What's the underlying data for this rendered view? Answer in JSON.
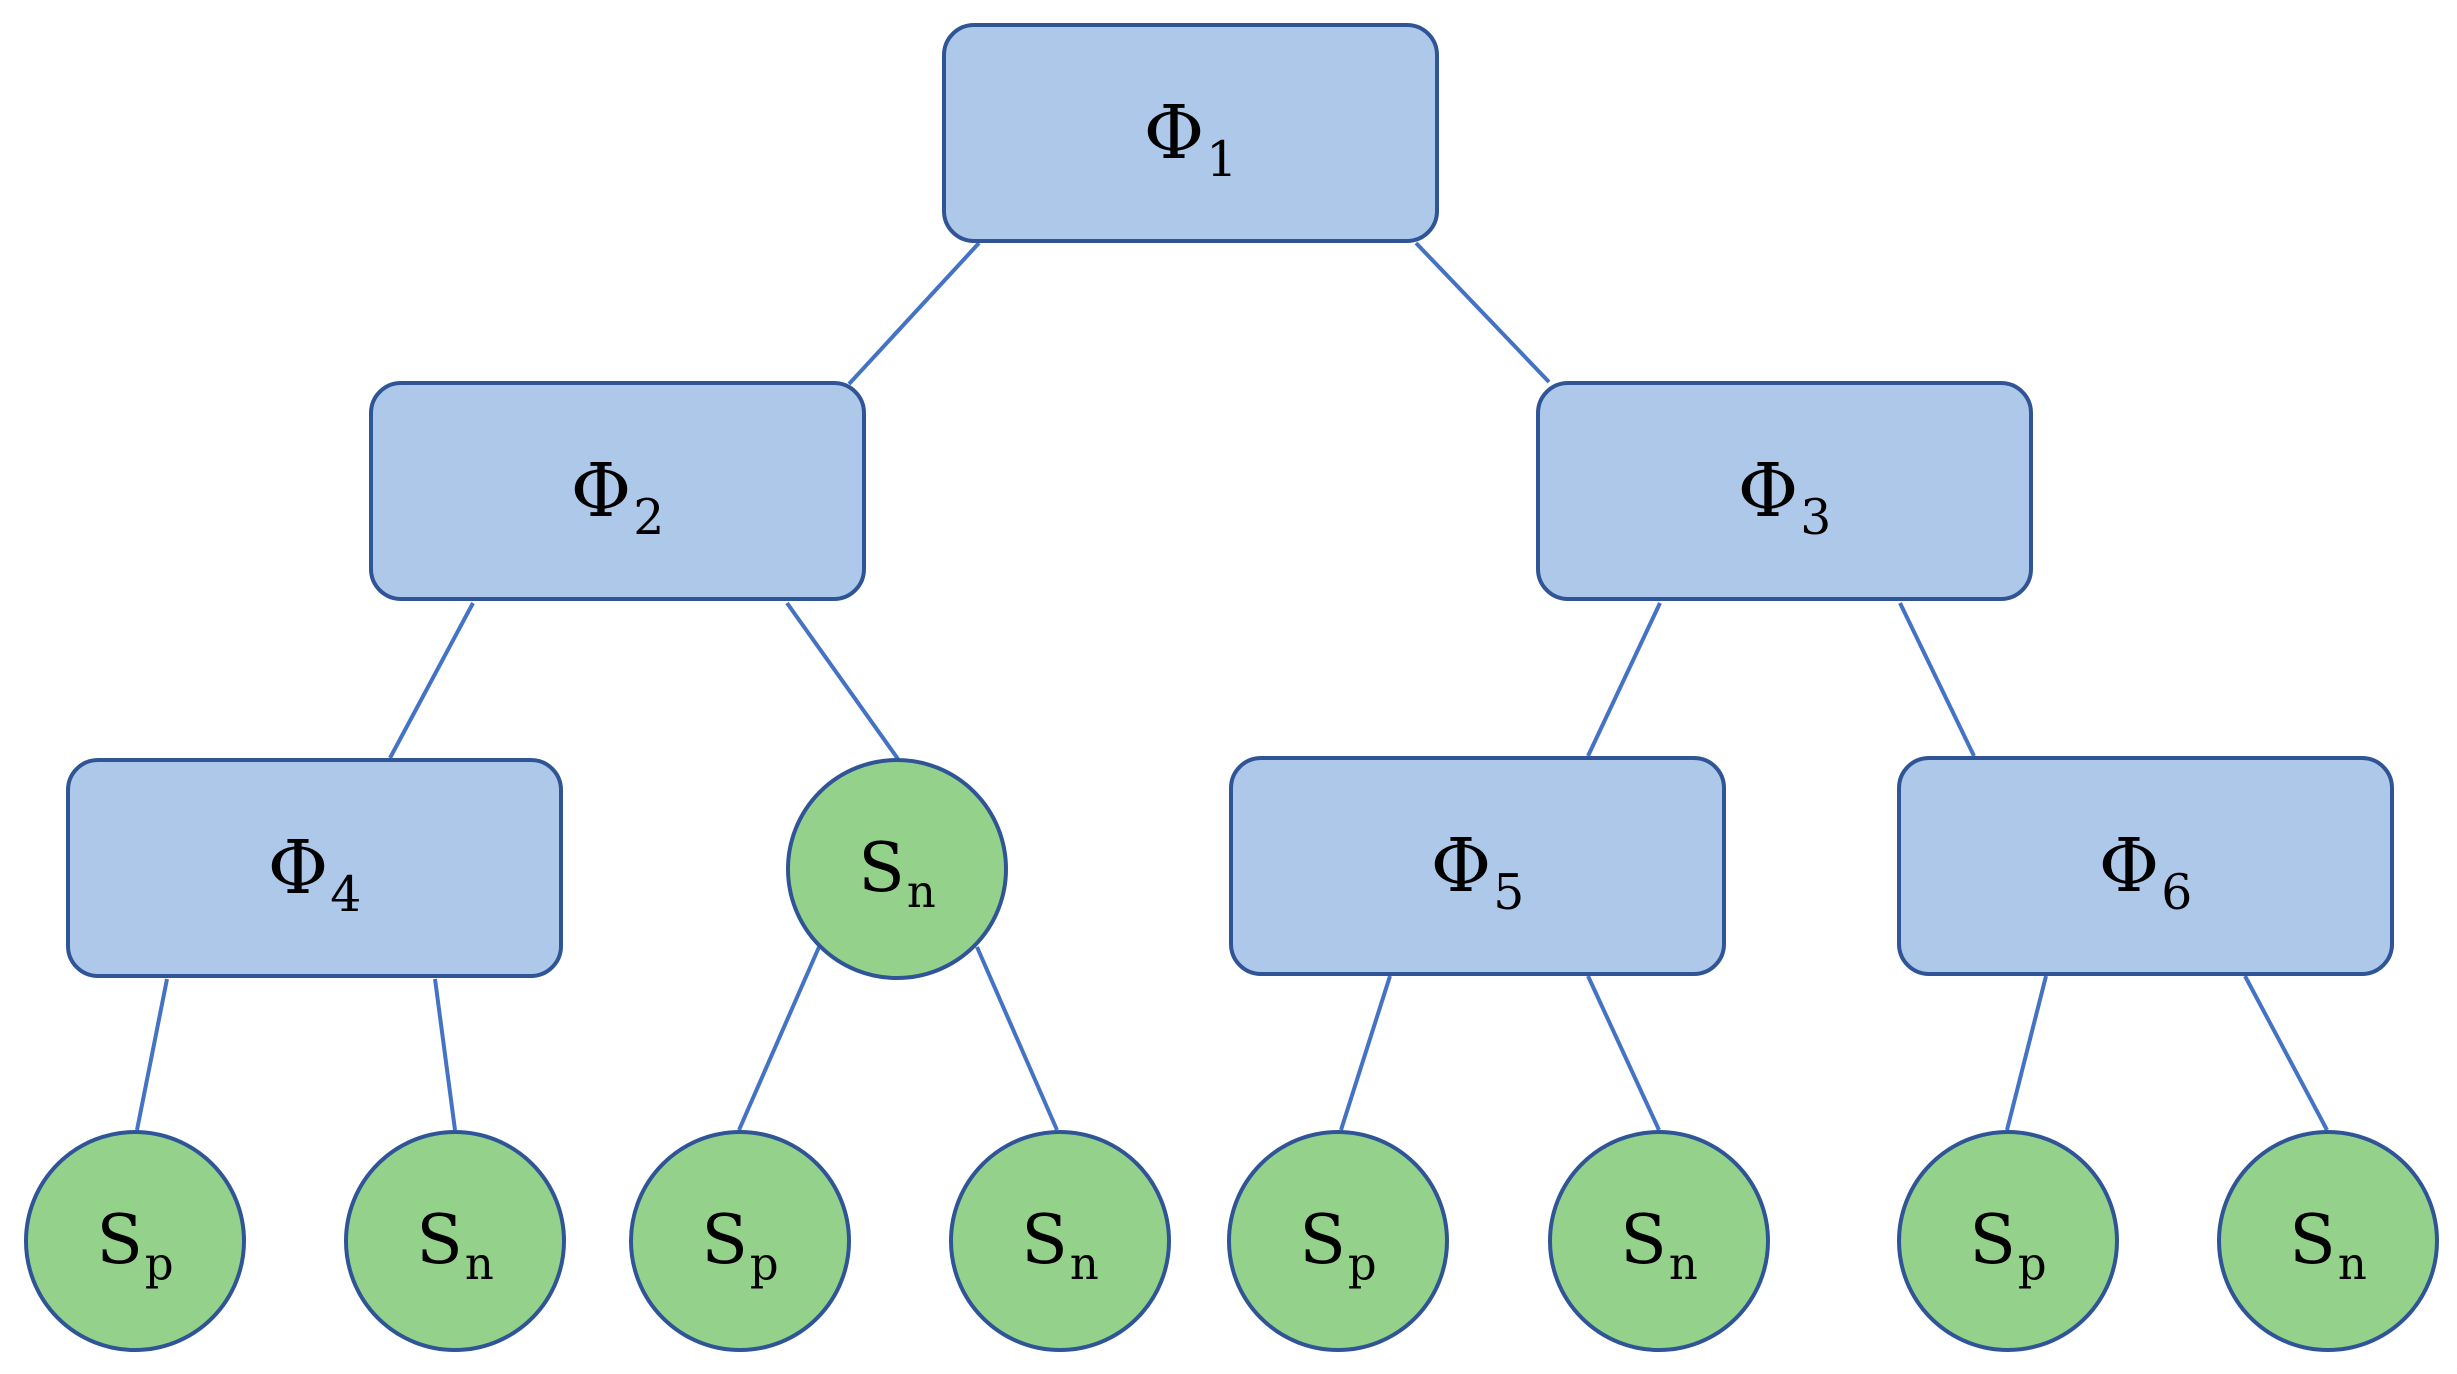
{
  "nodes": {
    "phi1": {
      "sym": "Φ",
      "sub": "1"
    },
    "phi2": {
      "sym": "Φ",
      "sub": "2"
    },
    "phi3": {
      "sym": "Φ",
      "sub": "3"
    },
    "phi4": {
      "sym": "Φ",
      "sub": "4"
    },
    "phi5": {
      "sym": "Φ",
      "sub": "5"
    },
    "phi6": {
      "sym": "Φ",
      "sub": "6"
    },
    "sn_mid": {
      "sym": "S",
      "sub": "n"
    },
    "leaf1": {
      "sym": "S",
      "sub": "p"
    },
    "leaf2": {
      "sym": "S",
      "sub": "n"
    },
    "leaf3": {
      "sym": "S",
      "sub": "p"
    },
    "leaf4": {
      "sym": "S",
      "sub": "n"
    },
    "leaf5": {
      "sym": "S",
      "sub": "p"
    },
    "leaf6": {
      "sym": "S",
      "sub": "n"
    },
    "leaf7": {
      "sym": "S",
      "sub": "p"
    },
    "leaf8": {
      "sym": "S",
      "sub": "n"
    }
  },
  "colors": {
    "box_fill": "#adc8e8",
    "circle_fill": "#94d18a",
    "stroke": "#2f5597",
    "edge": "#4472c4"
  }
}
